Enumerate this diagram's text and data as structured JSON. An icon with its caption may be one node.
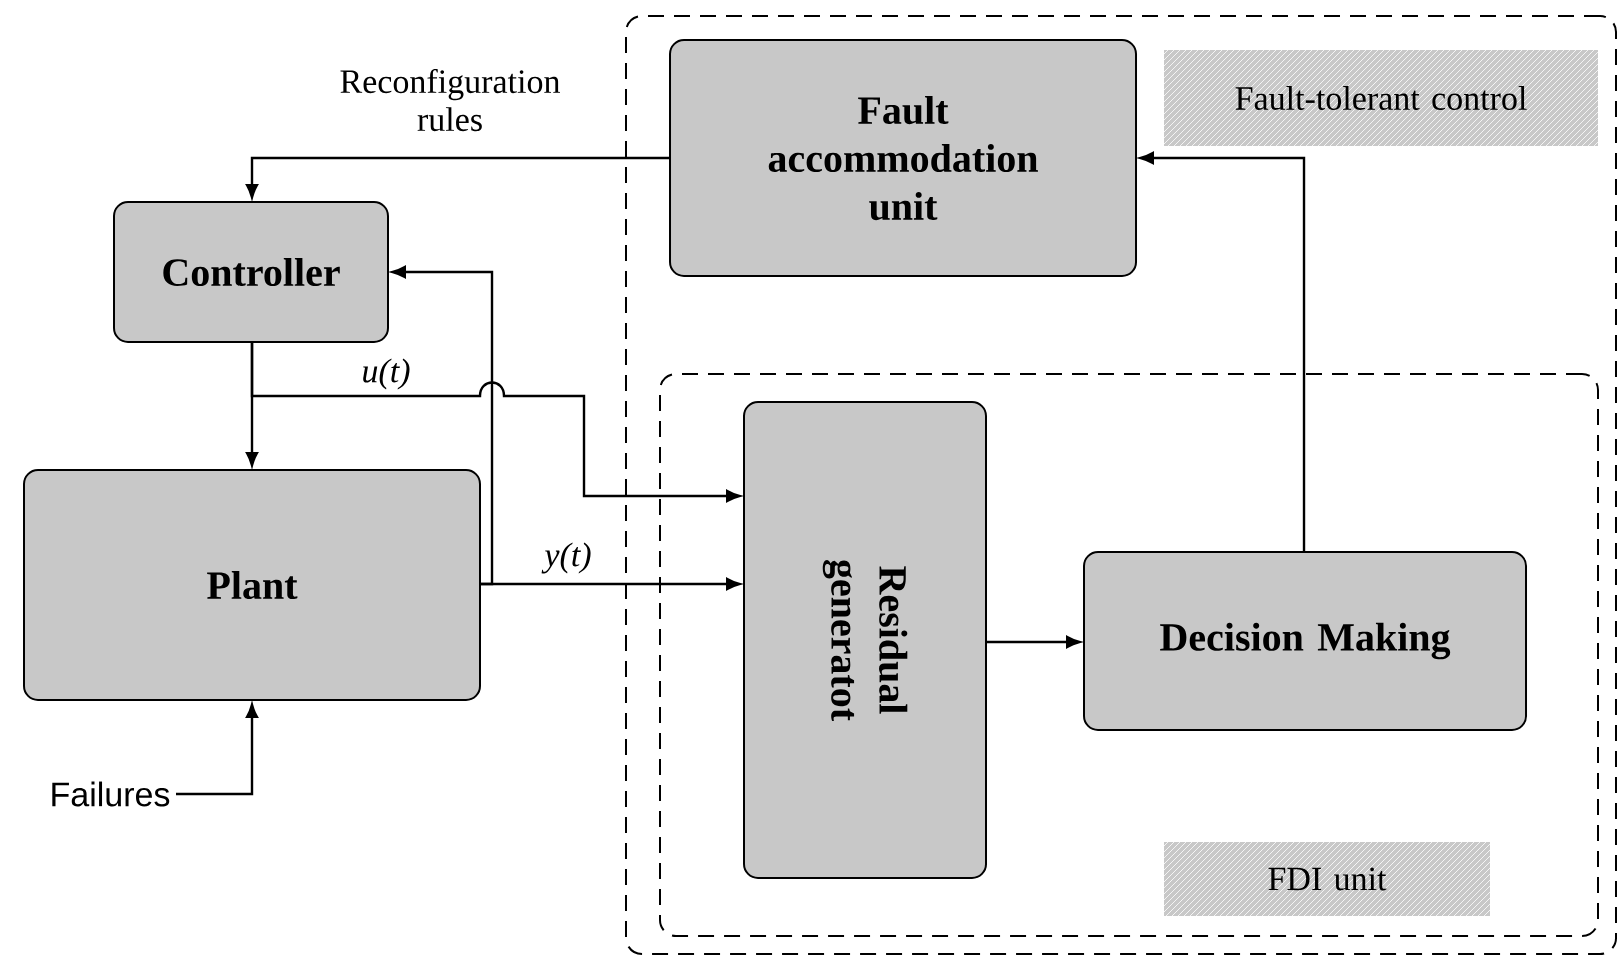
{
  "diagram": {
    "nodes": [
      {
        "text": [
          "Fault-tolerant control"
        ]
      },
      {
        "text": [
          "Fault accommodation unit"
        ],
        "in": 0
      },
      {
        "text": [
          "FDI unit"
        ],
        "in": 0
      },
      {
        "text": [
          "Controller"
        ]
      },
      {
        "text": [
          "Plant"
        ]
      },
      {
        "text": [
          "Residual generatot"
        ],
        "in": 2
      },
      {
        "text": [
          "Decision Making"
        ],
        "in": 2
      },
      {
        "text": [
          "Failures"
        ]
      }
    ],
    "edges": [
      {
        "from": 1,
        "to": 3,
        "arrow": "to",
        "label": "Reconfiguration rules"
      },
      {
        "from": 3,
        "to": 4,
        "arrow": "to"
      },
      {
        "from": 3,
        "to": 5,
        "arrow": "to",
        "label": "u(t)"
      },
      {
        "from": 4,
        "to": 5,
        "arrow": "to",
        "label": "y(t)"
      },
      {
        "from": 4,
        "to": 3,
        "arrow": "to"
      },
      {
        "from": 5,
        "to": 6,
        "arrow": "to"
      },
      {
        "from": 6,
        "to": 1,
        "arrow": "to"
      },
      {
        "from": 7,
        "to": 4,
        "arrow": "to"
      }
    ]
  }
}
